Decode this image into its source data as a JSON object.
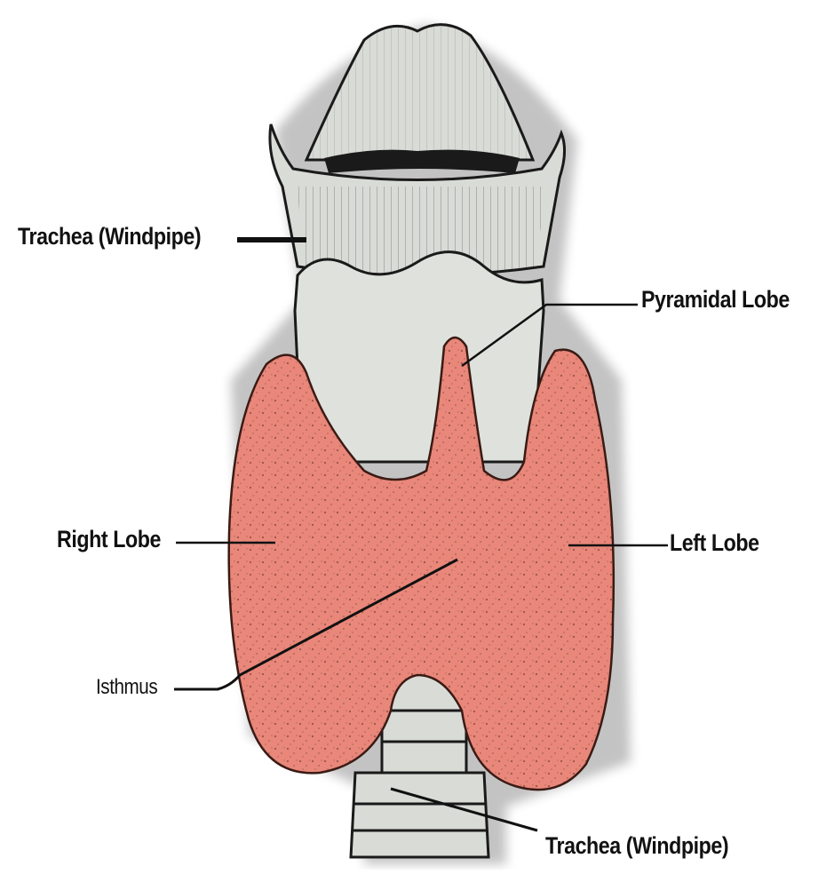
{
  "labels": {
    "trachea_top": "Trachea (Windpipe)",
    "pyramidal_lobe": "Pyramidal Lobe",
    "right_lobe": "Right Lobe",
    "left_lobe": "Left Lobe",
    "isthmus": "Isthmus",
    "trachea_bottom": "Trachea (Windpipe)"
  },
  "colors": {
    "thyroid": "#e8877a",
    "cartilage": "#d9dbd6",
    "outline": "#1a1a1a"
  }
}
